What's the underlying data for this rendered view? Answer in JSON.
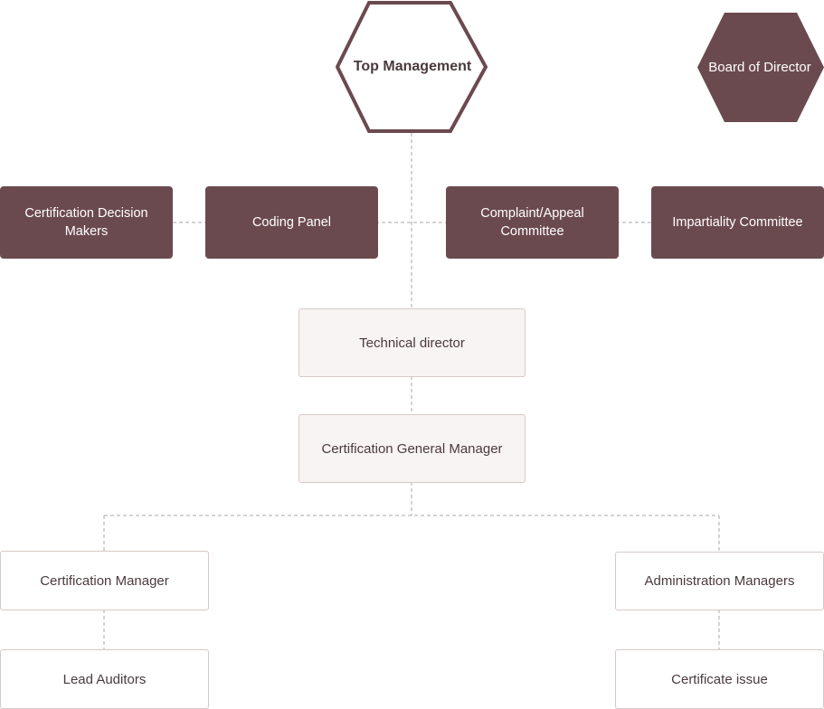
{
  "colors": {
    "node_dark": "#6b4a4f",
    "node_tint": "#f8f4f3",
    "node_border": "#d8c9c7",
    "text_dark": "#4a3a3d",
    "connector": "#aaaaaa"
  },
  "org_chart": {
    "top_management": {
      "line1": "Top",
      "line2": "Management"
    },
    "board_of_director": {
      "line1": "Board of",
      "line2": "Director"
    },
    "committees": {
      "certification_decision_makers": {
        "line1": "Certification Decision",
        "line2": "Makers"
      },
      "coding_panel": "Coding Panel",
      "complaint_appeal_committee": {
        "line1": "Complaint/Appeal",
        "line2": "Committee"
      },
      "impartiality_committee": "Impartiality Committee"
    },
    "technical_director": "Technical director",
    "certification_general_manager": "Certification General Manager",
    "certification_manager": "Certification Manager",
    "administration_managers": "Administration Managers",
    "lead_auditors": "Lead Auditors",
    "certificate_issue": "Certificate issue"
  }
}
